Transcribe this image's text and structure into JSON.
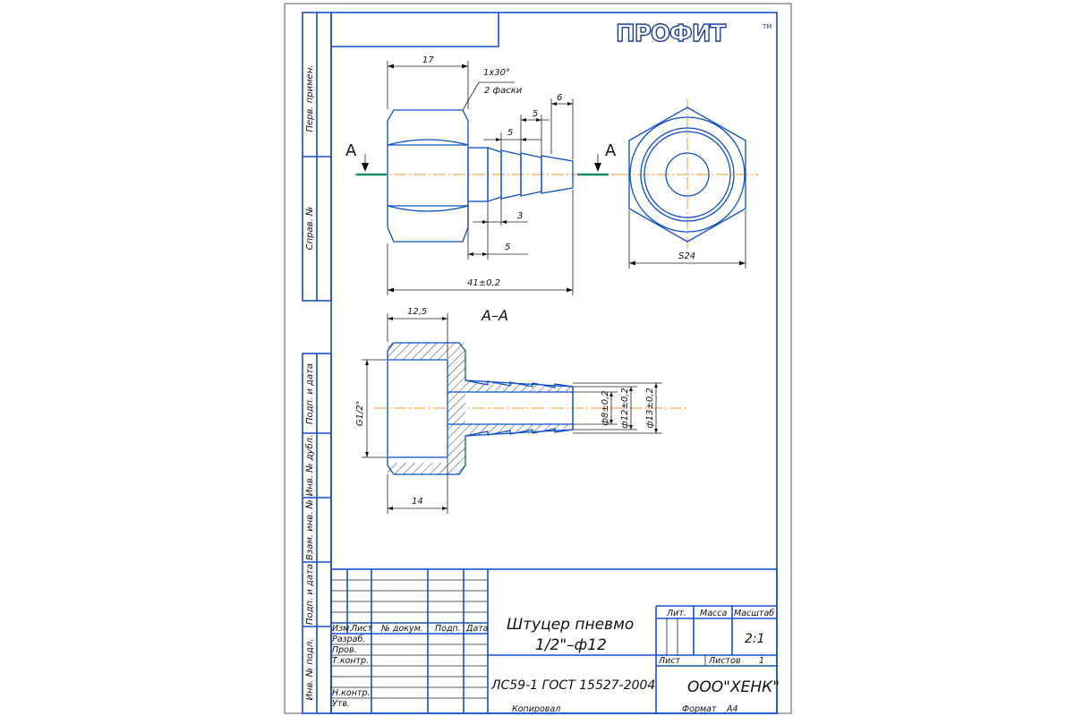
{
  "logo": {
    "text": "ПРОФИТ",
    "tm": "TM"
  },
  "section_label": "А–А",
  "cut_letter": "А",
  "dimensions": {
    "d17": "17",
    "chamfer_1": "1х30°",
    "chamfer_2": "2 фаски",
    "d6": "6",
    "d5a": "5",
    "d5b": "5",
    "d3": "3",
    "d5c": "5",
    "overall": "41±0,2",
    "s24": "S24",
    "d12_5": "12,5",
    "thread": "G1/2\"",
    "d14": "14",
    "dia8": "ф8±0,2",
    "dia12": "ф12±0,2",
    "dia13": "ф13±0,2"
  },
  "side_column": {
    "perv_primen": "Перв. примен.",
    "sprav": "Справ. №",
    "podp_data_1": "Подп. и дата",
    "inv_dubl": "Инв. № дубл.",
    "vzam_inv": "Взам. инв. №",
    "podp_data_2": "Подп. и дата",
    "inv_podl": "Инв. № подл."
  },
  "title_block": {
    "col_izm": "Изм.",
    "col_list": "Лист",
    "col_dokum": "№ докум.",
    "col_podp": "Подп.",
    "col_data": "Дата",
    "razrab": "Разраб.",
    "prov": "Пров.",
    "tkontr": "Т.контр.",
    "nkontr": "Н.контр.",
    "utv": "Утв.",
    "name_line1": "Штуцер пневмо",
    "name_line2": "1/2\"–ф12",
    "material": "ЛС59-1 ГОСТ 15527-2004",
    "lit": "Лит.",
    "massa": "Масса",
    "masshtab": "Масштаб",
    "scale_value": "2:1",
    "list_label": "Лист",
    "listov_label": "Листов",
    "listov_value": "1",
    "company": "ООО\"ХЕНК\"",
    "kopiroval": "Копировал",
    "format_label": "Формат",
    "format_value": "А4"
  },
  "colors": {
    "line": "#0b4fc8",
    "axis": "#e89a2a",
    "cut_line": "#1a8a6a"
  }
}
